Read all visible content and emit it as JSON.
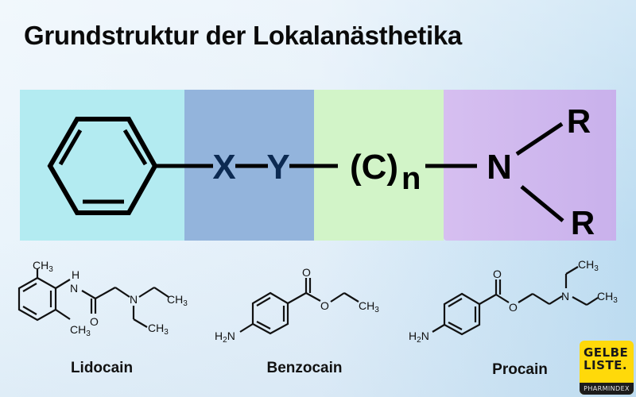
{
  "title": "Grundstruktur der Lokalanästhetika",
  "scheme": {
    "segments": [
      {
        "name": "aromatic-ring",
        "label": "Benzol-Ring",
        "color": "#b3ebf1"
      },
      {
        "name": "linker",
        "label": "X–Y",
        "color": "#93b4dc"
      },
      {
        "name": "alkyl-chain",
        "label": "(C)n",
        "color": "#d2f4c8"
      },
      {
        "name": "amine",
        "label": "NR2",
        "color": "#d6bff0"
      }
    ],
    "atoms": {
      "x": "X",
      "y": "Y",
      "c": "(C)",
      "n_sub": "n",
      "n": "N",
      "r1": "R",
      "r2": "R"
    }
  },
  "molecules": [
    {
      "name": "Lidocain",
      "groups": [
        "CH3",
        "H",
        "N",
        "O",
        "CH3",
        "N",
        "CH3",
        "CH3"
      ]
    },
    {
      "name": "Benzocain",
      "groups": [
        "O",
        "O",
        "CH3",
        "H2N"
      ]
    },
    {
      "name": "Procain",
      "groups": [
        "O",
        "O",
        "N",
        "CH3",
        "CH3",
        "H2N"
      ]
    }
  ],
  "logo": {
    "line1": "GELBE",
    "line2": "LISTE.",
    "line3": "PHARMINDEX",
    "color": "#ffd90a"
  }
}
